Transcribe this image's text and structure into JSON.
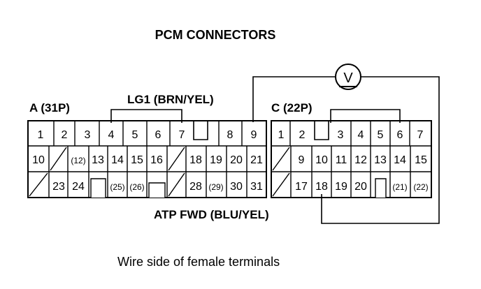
{
  "title": "PCM CONNECTORS",
  "connector_a": {
    "name": "A (31P)",
    "pins": [
      "1",
      "2",
      "3",
      "4",
      "5",
      "6",
      "7",
      "8",
      "9",
      "10",
      "(12)",
      "13",
      "14",
      "15",
      "16",
      "18",
      "19",
      "20",
      "21",
      "23",
      "24",
      "(25)",
      "(26)",
      "28",
      "(29)",
      "30",
      "31"
    ]
  },
  "connector_c": {
    "name": "C (22P)",
    "pins": [
      "1",
      "2",
      "3",
      "4",
      "5",
      "6",
      "7",
      "9",
      "10",
      "11",
      "12",
      "13",
      "14",
      "15",
      "17",
      "18",
      "19",
      "20",
      "(21)",
      "(22)"
    ]
  },
  "wire_top": "LG1 (BRN/YEL)",
  "wire_bottom": "ATP FWD (BLU/YEL)",
  "meter_symbol": "V",
  "caption": "Wire side of female terminals"
}
